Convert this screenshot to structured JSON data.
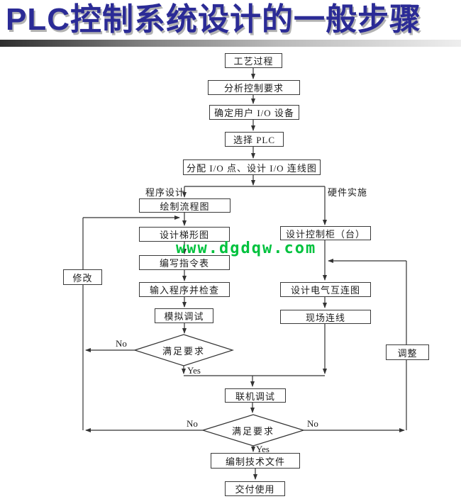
{
  "title": "PLC控制系统设计的一般步骤",
  "watermark": "www.dgdqw.com",
  "colors": {
    "title_blue": "#2b2b96",
    "watermark_green": "#00c23e",
    "line": "#333333",
    "box_fill": "#ffffff"
  },
  "flow": {
    "branch_left_label": "程序设计",
    "branch_right_label": "硬件实施",
    "nodes": {
      "process": "工艺过程",
      "analyze": "分析控制要求",
      "determine_io": "确定用户 I/O 设备",
      "select_plc": "选择 PLC",
      "assign_io": "分配 I/O 点、设计 I/O 连线图",
      "draw_flowchart": "绘制流程图",
      "design_ladder": "设计梯形图",
      "write_instruction_list": "编写指令表",
      "input_program": "输入程序并检查",
      "simulate_debug": "模拟调试",
      "modify": "修改",
      "decision1": "满足要求",
      "design_cabinet": "设计控制柜（台）",
      "design_electrical": "设计电气互连图",
      "field_wiring": "现场连线",
      "adjust": "调整",
      "online_debug": "联机调试",
      "decision2": "满足要求",
      "compile_docs": "编制技术文件",
      "delivery": "交付使用"
    },
    "edge_labels": {
      "no1": "No",
      "yes1": "Yes",
      "no2_left": "No",
      "no2_right": "No",
      "yes2": "Yes"
    }
  }
}
